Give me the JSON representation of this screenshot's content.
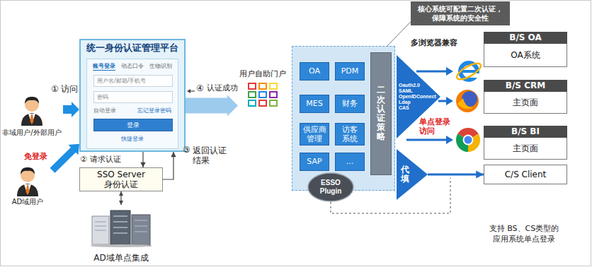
{
  "diagram": {
    "nodes": [
      {
        "text": [
          "非域用户/外部用户"
        ]
      },
      {
        "text": [
          "统一身份认证管理平台"
        ]
      },
      {
        "text": [
          "账号登录",
          "动态口令",
          "生物识别",
          "自动登录",
          "忘记登录密码",
          "快捷登录"
        ],
        "in": 1
      },
      {
        "text": [
          "用户名/邮箱/手机号"
        ],
        "in": 2
      },
      {
        "text": [
          "密码"
        ],
        "in": 2
      },
      {
        "text": [
          "登录"
        ],
        "in": 2
      },
      {
        "text": [
          "AD域用户"
        ]
      },
      {
        "text": [
          "SSO Server",
          "身份认证"
        ]
      },
      {
        "text": [
          "AD域单点集成"
        ]
      },
      {
        "text": [
          "用户自助门户"
        ]
      },
      {
        "text": []
      },
      {
        "text": [
          "OA"
        ],
        "in": 10
      },
      {
        "text": [
          "PDM"
        ],
        "in": 10
      },
      {
        "text": [
          "MES"
        ],
        "in": 10
      },
      {
        "text": [
          "财务"
        ],
        "in": 10
      },
      {
        "text": [
          "供应商管理"
        ],
        "in": 10
      },
      {
        "text": [
          "访客系统"
        ],
        "in": 10
      },
      {
        "text": [
          "SAP"
        ],
        "in": 10
      },
      {
        "text": [
          "..."
        ],
        "in": 10
      },
      {
        "text": [
          "二次认证策略"
        ],
        "in": 10
      },
      {
        "text": [
          "ESSO Plugin"
        ]
      },
      {
        "text": [
          "Oauth2.0 SAML OpenIDConnect Ldap CAS"
        ]
      },
      {
        "text": [
          "代填"
        ]
      },
      {
        "text": [
          "核心系统可配置二次认证， 保障系统的安全性"
        ]
      },
      {
        "text": [
          "B/S OA",
          "OA系统"
        ]
      },
      {
        "text": [
          "B/S CRM",
          "主页面"
        ]
      },
      {
        "text": [
          "B/S BI",
          "主页面"
        ]
      },
      {
        "text": [
          "C/S Client"
        ]
      }
    ],
    "edges": [
      {
        "from": 0,
        "to": 1,
        "arrow": "to",
        "label": "访问"
      },
      {
        "from": 6,
        "to": 1,
        "arrow": "to",
        "label": "免登录"
      },
      {
        "from": 1,
        "to": 7,
        "arrow": "to",
        "label": "请求认证"
      },
      {
        "from": 7,
        "to": 1,
        "arrow": "to",
        "label": "返回认证 结果"
      },
      {
        "from": 1,
        "to": 9,
        "arrow": "to",
        "label": "认证成功"
      },
      {
        "from": 7,
        "to": 8,
        "arrow": "both"
      },
      {
        "from": 22,
        "to": 27,
        "arrow": "to"
      },
      {
        "from": 23,
        "to": 19,
        "arrow": "none"
      }
    ],
    "labels": [
      "①",
      "②",
      "③",
      "④",
      "多浏览器兼容",
      "单点登录 访问",
      "支持 BS、CS类型的 应用系统单点登录"
    ]
  }
}
